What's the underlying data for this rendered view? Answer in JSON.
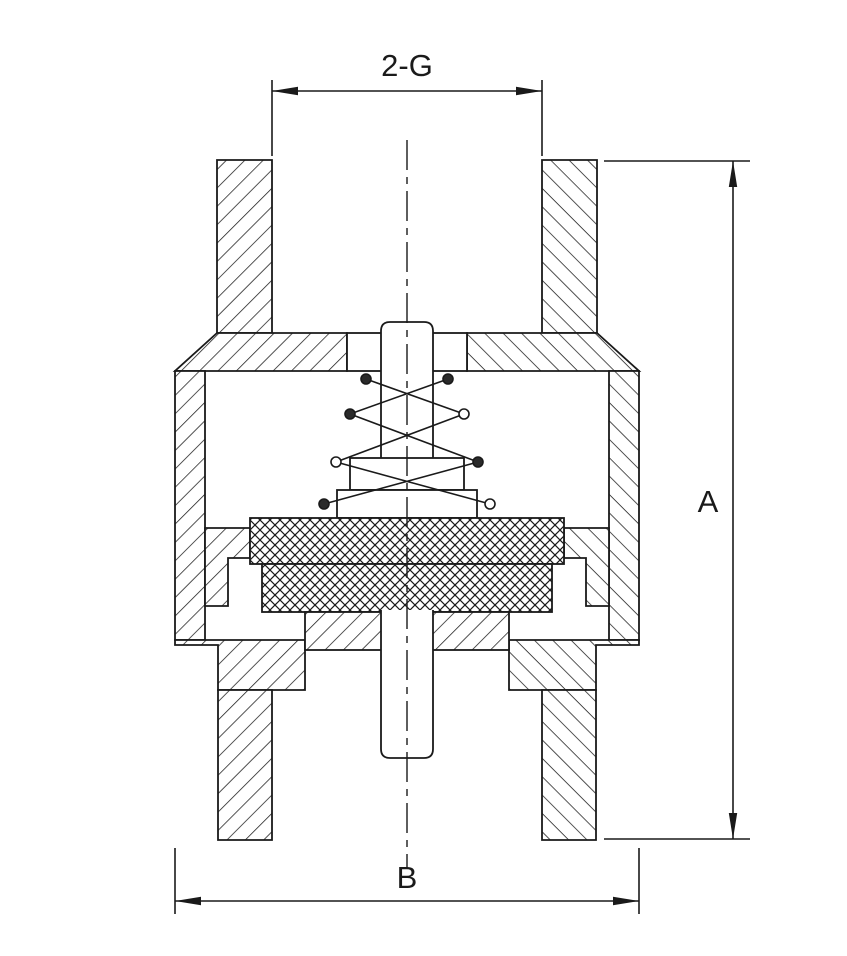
{
  "drawing": {
    "type": "technical-cross-section",
    "subject": "check-valve",
    "background_color": "#ffffff",
    "line_color": "#1a1a1a",
    "labels": {
      "top_dimension": "2-G",
      "height_dimension": "A",
      "width_dimension": "B"
    }
  }
}
